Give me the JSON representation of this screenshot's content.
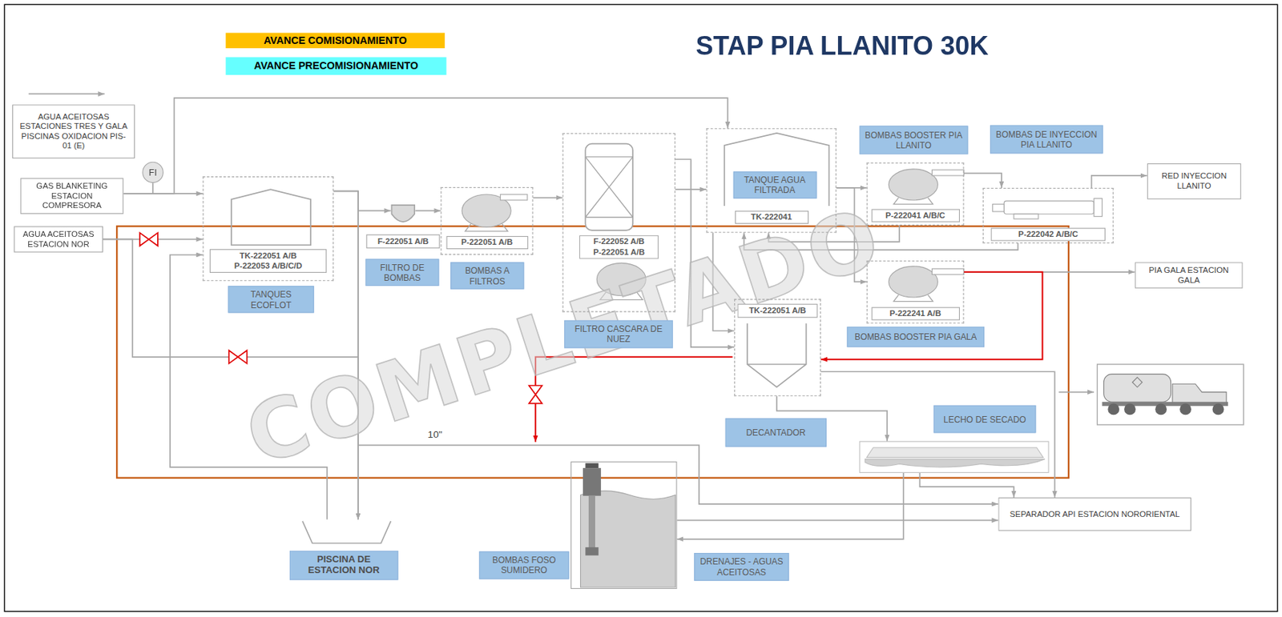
{
  "diagram": {
    "title": "STAP PIA LLANITO 30K",
    "nodes": [
      {
        "text": [
          "AGUA ACEITOSAS ESTACIONES TRES Y GALA PISCINAS OXIDACION PIS-01 (E)"
        ]
      },
      {
        "text": [
          "FI"
        ]
      },
      {
        "text": [
          "GAS BLANKETING ESTACION COMPRESORA"
        ]
      },
      {
        "text": [
          "AGUA ACEITOSAS ESTACION NOR"
        ]
      },
      {
        "text": [
          "TK-222051 A/B",
          "P-222053 A/B/C/D"
        ]
      },
      {
        "text": [
          "TANQUES ECOFLOT"
        ]
      },
      {
        "text": [
          "F-222051 A/B"
        ]
      },
      {
        "text": [
          "FILTRO DE BOMBAS"
        ]
      },
      {
        "text": [
          "P-222051 A/B"
        ]
      },
      {
        "text": [
          "BOMBAS A FILTROS"
        ]
      },
      {
        "text": [
          "F-222052 A/B",
          "P-222051 A/B"
        ]
      },
      {
        "text": [
          "FILTRO CASCARA DE NUEZ"
        ]
      },
      {
        "text": [
          "TK-222041"
        ]
      },
      {
        "text": [
          "TANQUE AGUA FILTRADA"
        ],
        "in": 12
      },
      {
        "text": [
          "BOMBAS BOOSTER PIA LLANITO"
        ]
      },
      {
        "text": [
          "BOMBAS DE INYECCION PIA LLANITO"
        ]
      },
      {
        "text": [
          "P-222041 A/B/C"
        ]
      },
      {
        "text": [
          "P-222042 A/B/C"
        ]
      },
      {
        "text": [
          "RED INYECCION LLANITO"
        ]
      },
      {
        "text": [
          "P-222241 A/B"
        ]
      },
      {
        "text": [
          "PIA GALA ESTACION GALA"
        ]
      },
      {
        "text": [
          "BOMBAS BOOSTER PIA GALA"
        ]
      },
      {
        "text": [
          "TK-222051 A/B"
        ]
      },
      {
        "text": [
          "DECANTADOR"
        ]
      },
      {
        "text": [
          "LECHO DE SECADO"
        ]
      },
      {
        "text": [
          "PISCINA DE ESTACION NOR"
        ]
      },
      {
        "text": [
          "BOMBAS FOSO SUMIDERO"
        ]
      },
      {
        "text": [
          "DRENAJES - AGUAS ACEITOSAS"
        ]
      },
      {
        "text": [
          "SEPARADOR API ESTACION NORORIENTAL"
        ]
      }
    ],
    "edges": [
      {
        "from": 2,
        "to": 4,
        "arrow": "to"
      },
      {
        "from": 2,
        "to": 12,
        "arrow": "to"
      },
      {
        "from": 3,
        "to": 4,
        "arrow": "to"
      },
      {
        "from": 3,
        "to": 25,
        "arrow": "to"
      },
      {
        "from": 25,
        "to": 4,
        "arrow": "to"
      },
      {
        "from": 4,
        "to": 6,
        "arrow": "to"
      },
      {
        "from": 4,
        "to": 25,
        "arrow": "to"
      },
      {
        "from": 4,
        "to": 28,
        "arrow": "to",
        "label": "10\""
      },
      {
        "from": 6,
        "to": 8,
        "arrow": "to"
      },
      {
        "from": 8,
        "to": 10,
        "arrow": "to"
      },
      {
        "from": 10,
        "to": 12,
        "arrow": "to"
      },
      {
        "from": 10,
        "to": 22,
        "arrow": "to"
      },
      {
        "from": 12,
        "to": 16,
        "arrow": "to"
      },
      {
        "from": 12,
        "to": 19,
        "arrow": "to"
      },
      {
        "from": 12,
        "to": 22,
        "arrow": "to"
      },
      {
        "from": 16,
        "to": 17,
        "arrow": "to"
      },
      {
        "from": 17,
        "to": 18,
        "arrow": "to"
      },
      {
        "from": 16,
        "to": 12,
        "arrow": "to"
      },
      {
        "from": 17,
        "to": 12,
        "arrow": "to"
      },
      {
        "from": 19,
        "to": 20,
        "arrow": "to"
      },
      {
        "from": 19,
        "to": 22,
        "arrow": "to"
      },
      {
        "from": 22,
        "to": 24,
        "arrow": "to"
      },
      {
        "from": 22,
        "to": 28,
        "arrow": "to"
      },
      {
        "from": 24,
        "to": 26,
        "arrow": "to"
      },
      {
        "from": 24,
        "to": 28,
        "arrow": "to"
      },
      {
        "from": 26,
        "to": 28,
        "arrow": "to"
      }
    ],
    "labels": [
      "COMPLETADO"
    ],
    "legend": [
      {
        "text": "AVANCE COMISIONAMIENTO",
        "color": "#ffc000"
      },
      {
        "text": "AVANCE PRECOMISIONAMIENTO",
        "color": "#66ffff"
      }
    ]
  }
}
